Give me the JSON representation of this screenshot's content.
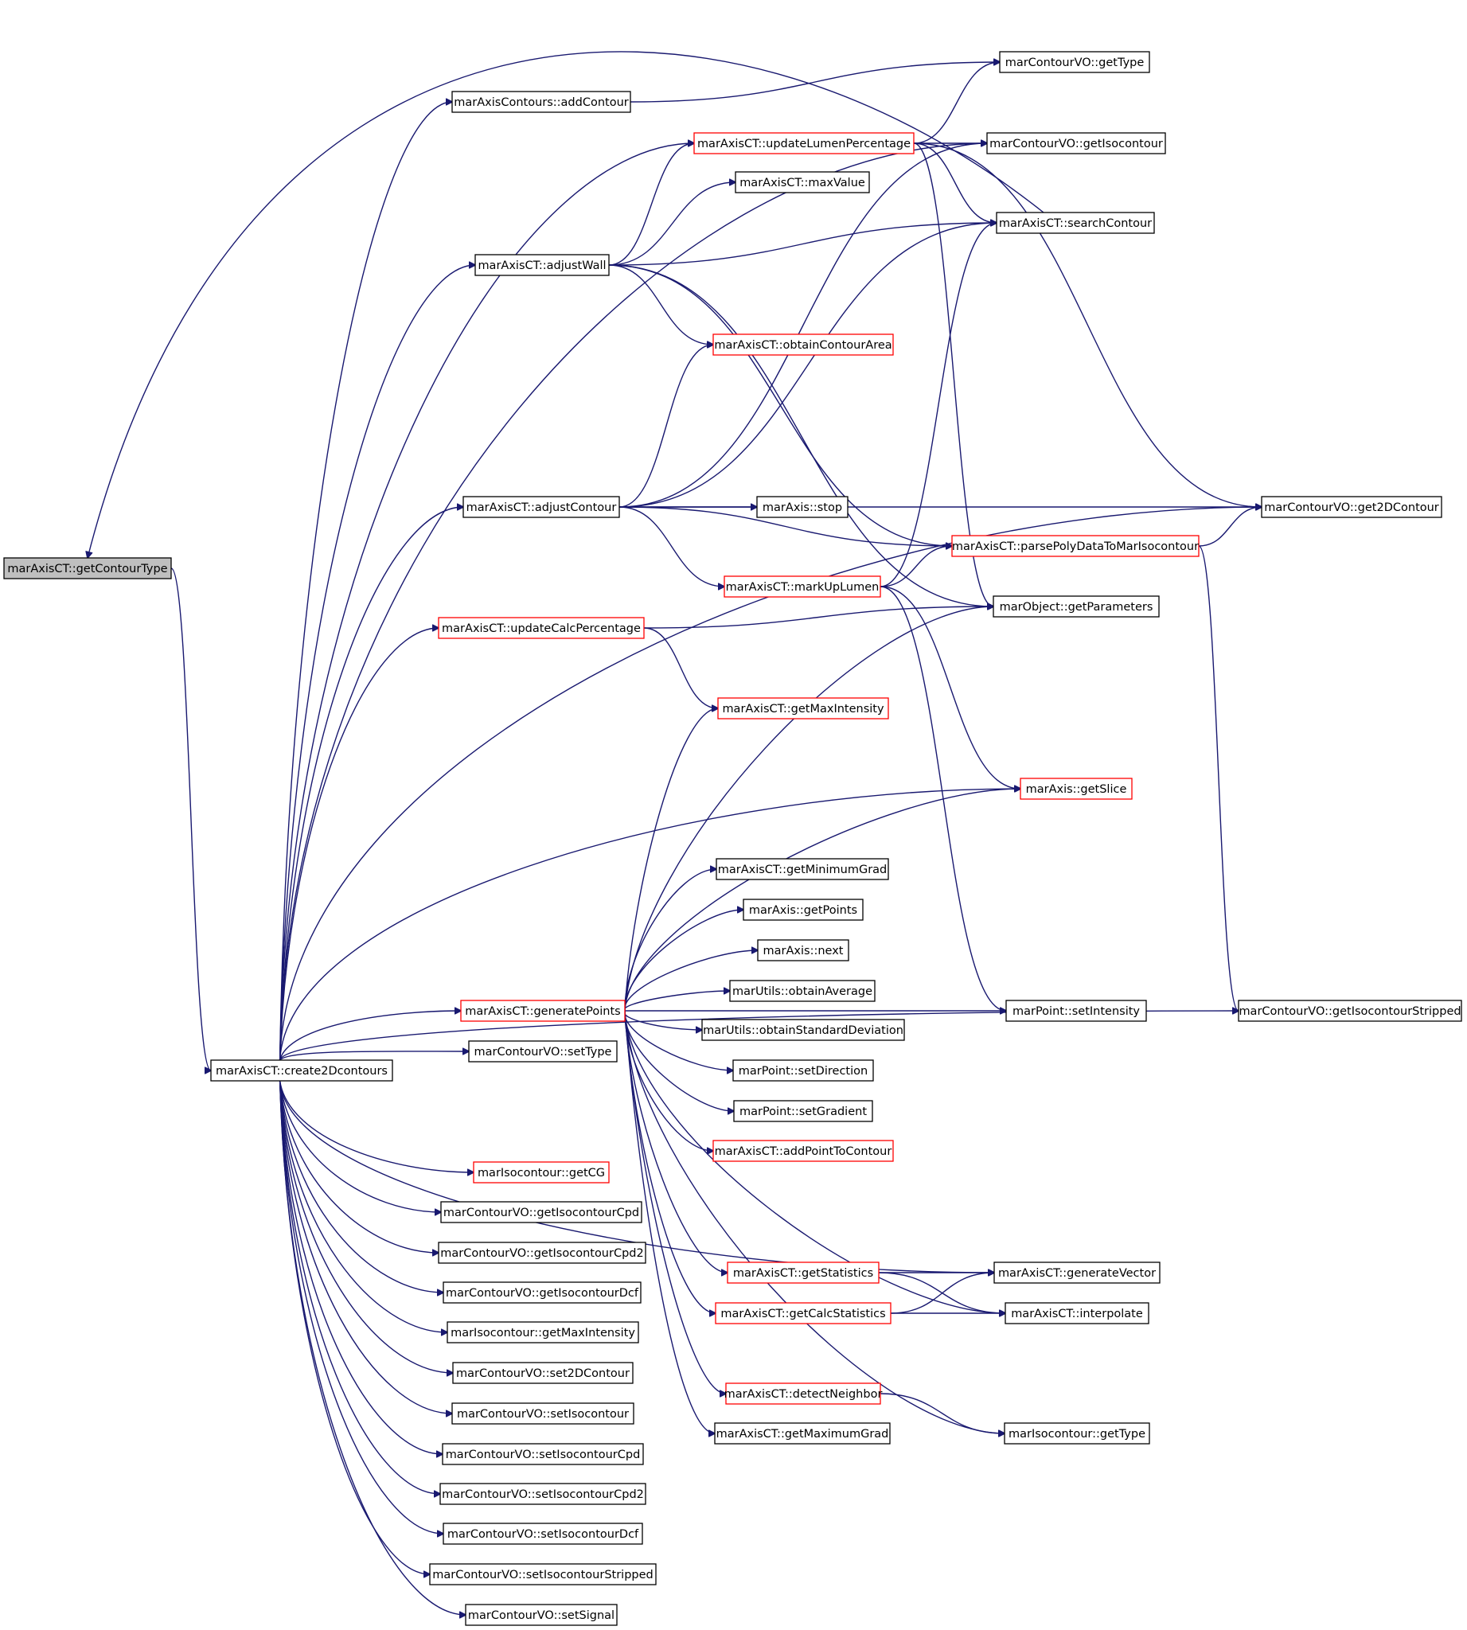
{
  "colors": {
    "edge": "#191970",
    "node_border": "#000000",
    "node_border_partial": "#ff0000",
    "node_focus_fill": "#bfbfbf",
    "node_fill": "#ffffff"
  },
  "nodes": {
    "getContourType": {
      "label": "marAxisCT::getContourType",
      "style": "focus"
    },
    "create2Dcontours": {
      "label": "marAxisCT::create2Dcontours",
      "style": "normal"
    },
    "addContour": {
      "label": "marAxisContours::addContour",
      "style": "normal"
    },
    "getTypeVO": {
      "label": "marContourVO::getType",
      "style": "normal"
    },
    "updateLumenPercentage": {
      "label": "marAxisCT::updateLumenPercentage",
      "style": "partial"
    },
    "getIsocontour": {
      "label": "marContourVO::getIsocontour",
      "style": "normal"
    },
    "maxValue": {
      "label": "marAxisCT::maxValue",
      "style": "normal"
    },
    "searchContour": {
      "label": "marAxisCT::searchContour",
      "style": "normal"
    },
    "adjustWall": {
      "label": "marAxisCT::adjustWall",
      "style": "normal"
    },
    "obtainContourArea": {
      "label": "marAxisCT::obtainContourArea",
      "style": "partial"
    },
    "adjustContour": {
      "label": "marAxisCT::adjustContour",
      "style": "normal"
    },
    "stop": {
      "label": "marAxis::stop",
      "style": "normal"
    },
    "get2DContour": {
      "label": "marContourVO::get2DContour",
      "style": "normal"
    },
    "parsePolyData": {
      "label": "marAxisCT::parsePolyDataToMarIsocontour",
      "style": "partial"
    },
    "markUpLumen": {
      "label": "marAxisCT::markUpLumen",
      "style": "partial"
    },
    "getParameters": {
      "label": "marObject::getParameters",
      "style": "normal"
    },
    "updateCalcPercentage": {
      "label": "marAxisCT::updateCalcPercentage",
      "style": "partial"
    },
    "getMaxIntensity": {
      "label": "marAxisCT::getMaxIntensity",
      "style": "partial"
    },
    "getSlice": {
      "label": "marAxis::getSlice",
      "style": "partial"
    },
    "getMinimumGrad": {
      "label": "marAxisCT::getMinimumGrad",
      "style": "normal"
    },
    "getPoints": {
      "label": "marAxis::getPoints",
      "style": "normal"
    },
    "next": {
      "label": "marAxis::next",
      "style": "normal"
    },
    "obtainAverage": {
      "label": "marUtils::obtainAverage",
      "style": "normal"
    },
    "generatePoints": {
      "label": "marAxisCT::generatePoints",
      "style": "partial"
    },
    "setIntensity": {
      "label": "marPoint::setIntensity",
      "style": "normal"
    },
    "getIsocontourStripped": {
      "label": "marContourVO::getIsocontourStripped",
      "style": "normal"
    },
    "obtainStdDev": {
      "label": "marUtils::obtainStandardDeviation",
      "style": "normal"
    },
    "setTypeVO": {
      "label": "marContourVO::setType",
      "style": "normal"
    },
    "setDirection": {
      "label": "marPoint::setDirection",
      "style": "normal"
    },
    "setGradient": {
      "label": "marPoint::setGradient",
      "style": "normal"
    },
    "addPointToContour": {
      "label": "marAxisCT::addPointToContour",
      "style": "partial"
    },
    "getCG": {
      "label": "marIsocontour::getCG",
      "style": "partial"
    },
    "getIsocontourCpd": {
      "label": "marContourVO::getIsocontourCpd",
      "style": "normal"
    },
    "getIsocontourCpd2": {
      "label": "marContourVO::getIsocontourCpd2",
      "style": "normal"
    },
    "getStatistics": {
      "label": "marAxisCT::getStatistics",
      "style": "partial"
    },
    "generateVector": {
      "label": "marAxisCT::generateVector",
      "style": "normal"
    },
    "getIsocontourDcf": {
      "label": "marContourVO::getIsocontourDcf",
      "style": "normal"
    },
    "getCalcStatistics": {
      "label": "marAxisCT::getCalcStatistics",
      "style": "partial"
    },
    "interpolate": {
      "label": "marAxisCT::interpolate",
      "style": "normal"
    },
    "isoGetMaxIntensity": {
      "label": "marIsocontour::getMaxIntensity",
      "style": "normal"
    },
    "set2DContour": {
      "label": "marContourVO::set2DContour",
      "style": "normal"
    },
    "detectNeighbor": {
      "label": "marAxisCT::detectNeighbor",
      "style": "partial"
    },
    "setIsocontour": {
      "label": "marContourVO::setIsocontour",
      "style": "normal"
    },
    "getMaximumGrad": {
      "label": "marAxisCT::getMaximumGrad",
      "style": "normal"
    },
    "isoGetType": {
      "label": "marIsocontour::getType",
      "style": "normal"
    },
    "setIsocontourCpd": {
      "label": "marContourVO::setIsocontourCpd",
      "style": "normal"
    },
    "setIsocontourCpd2": {
      "label": "marContourVO::setIsocontourCpd2",
      "style": "normal"
    },
    "setIsocontourDcf": {
      "label": "marContourVO::setIsocontourDcf",
      "style": "normal"
    },
    "setIsocontourStripped": {
      "label": "marContourVO::setIsocontourStripped",
      "style": "normal"
    },
    "setSignal": {
      "label": "marContourVO::setSignal",
      "style": "normal"
    }
  },
  "edges": [
    [
      "getContourType",
      "create2Dcontours"
    ],
    [
      "searchContour",
      "getContourType"
    ],
    [
      "create2Dcontours",
      "addContour"
    ],
    [
      "create2Dcontours",
      "getIsocontour"
    ],
    [
      "create2Dcontours",
      "updateLumenPercentage"
    ],
    [
      "create2Dcontours",
      "adjustWall"
    ],
    [
      "create2Dcontours",
      "adjustContour"
    ],
    [
      "create2Dcontours",
      "updateCalcPercentage"
    ],
    [
      "create2Dcontours",
      "get2DContour"
    ],
    [
      "create2Dcontours",
      "getSlice"
    ],
    [
      "create2Dcontours",
      "generatePoints"
    ],
    [
      "create2Dcontours",
      "setTypeVO"
    ],
    [
      "create2Dcontours",
      "getCG"
    ],
    [
      "create2Dcontours",
      "getIsocontourCpd"
    ],
    [
      "create2Dcontours",
      "getIsocontourCpd2"
    ],
    [
      "create2Dcontours",
      "getIsocontourDcf"
    ],
    [
      "create2Dcontours",
      "isoGetMaxIntensity"
    ],
    [
      "create2Dcontours",
      "set2DContour"
    ],
    [
      "create2Dcontours",
      "setIsocontour"
    ],
    [
      "create2Dcontours",
      "setIsocontourCpd"
    ],
    [
      "create2Dcontours",
      "setIsocontourCpd2"
    ],
    [
      "create2Dcontours",
      "setIsocontourDcf"
    ],
    [
      "create2Dcontours",
      "setIsocontourStripped"
    ],
    [
      "create2Dcontours",
      "setSignal"
    ],
    [
      "create2Dcontours",
      "getIsocontourStripped"
    ],
    [
      "create2Dcontours",
      "generateVector"
    ],
    [
      "addContour",
      "getTypeVO"
    ],
    [
      "updateLumenPercentage",
      "getTypeVO"
    ],
    [
      "updateLumenPercentage",
      "getIsocontour"
    ],
    [
      "updateLumenPercentage",
      "searchContour"
    ],
    [
      "updateLumenPercentage",
      "get2DContour"
    ],
    [
      "updateLumenPercentage",
      "getParameters"
    ],
    [
      "adjustWall",
      "updateLumenPercentage"
    ],
    [
      "adjustWall",
      "maxValue"
    ],
    [
      "adjustWall",
      "searchContour"
    ],
    [
      "adjustWall",
      "obtainContourArea"
    ],
    [
      "adjustWall",
      "parsePolyData"
    ],
    [
      "adjustWall",
      "getParameters"
    ],
    [
      "adjustContour",
      "obtainContourArea"
    ],
    [
      "adjustContour",
      "getIsocontour"
    ],
    [
      "adjustContour",
      "searchContour"
    ],
    [
      "adjustContour",
      "stop"
    ],
    [
      "adjustContour",
      "get2DContour"
    ],
    [
      "adjustContour",
      "parsePolyData"
    ],
    [
      "adjustContour",
      "markUpLumen"
    ],
    [
      "markUpLumen",
      "searchContour"
    ],
    [
      "markUpLumen",
      "parsePolyData"
    ],
    [
      "markUpLumen",
      "getSlice"
    ],
    [
      "markUpLumen",
      "setIntensity"
    ],
    [
      "parsePolyData",
      "get2DContour"
    ],
    [
      "parsePolyData",
      "getIsocontourStripped"
    ],
    [
      "updateCalcPercentage",
      "getParameters"
    ],
    [
      "updateCalcPercentage",
      "getMaxIntensity"
    ],
    [
      "generatePoints",
      "getMaxIntensity"
    ],
    [
      "generatePoints",
      "getParameters"
    ],
    [
      "generatePoints",
      "getSlice"
    ],
    [
      "generatePoints",
      "getMinimumGrad"
    ],
    [
      "generatePoints",
      "getPoints"
    ],
    [
      "generatePoints",
      "next"
    ],
    [
      "generatePoints",
      "obtainAverage"
    ],
    [
      "generatePoints",
      "obtainStdDev"
    ],
    [
      "generatePoints",
      "setDirection"
    ],
    [
      "generatePoints",
      "setGradient"
    ],
    [
      "generatePoints",
      "addPointToContour"
    ],
    [
      "generatePoints",
      "setIntensity"
    ],
    [
      "generatePoints",
      "getStatistics"
    ],
    [
      "generatePoints",
      "getCalcStatistics"
    ],
    [
      "generatePoints",
      "interpolate"
    ],
    [
      "generatePoints",
      "detectNeighbor"
    ],
    [
      "generatePoints",
      "getMaximumGrad"
    ],
    [
      "generatePoints",
      "isoGetType"
    ],
    [
      "getStatistics",
      "generateVector"
    ],
    [
      "getStatistics",
      "interpolate"
    ],
    [
      "getCalcStatistics",
      "generateVector"
    ],
    [
      "getCalcStatistics",
      "interpolate"
    ],
    [
      "detectNeighbor",
      "isoGetType"
    ]
  ]
}
